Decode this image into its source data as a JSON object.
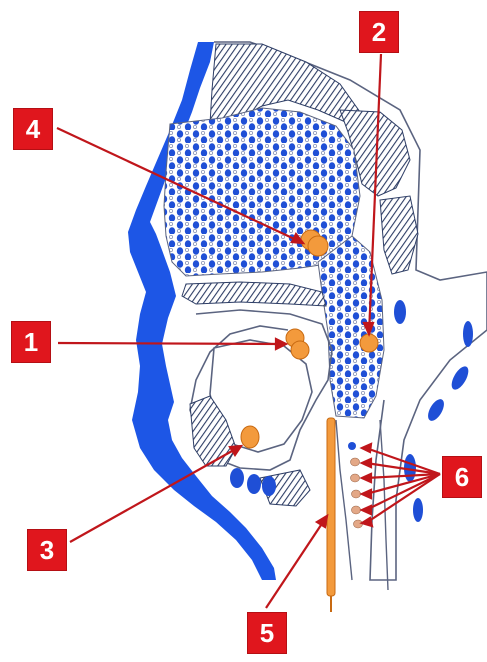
{
  "colors": {
    "skin": "#1d56e6",
    "tissue_dots": "#1f4fd6",
    "gland": "#f39a3c",
    "gland_edge": "#c86a12",
    "marker": "#e0161d",
    "leader": "#c0161b",
    "hatch": "#2e3e66",
    "outline": "#5b6480"
  },
  "labels": [
    {
      "id": "1",
      "text": "1"
    },
    {
      "id": "2",
      "text": "2"
    },
    {
      "id": "3",
      "text": "3"
    },
    {
      "id": "4",
      "text": "4"
    },
    {
      "id": "5",
      "text": "5"
    },
    {
      "id": "6",
      "text": "6"
    }
  ]
}
